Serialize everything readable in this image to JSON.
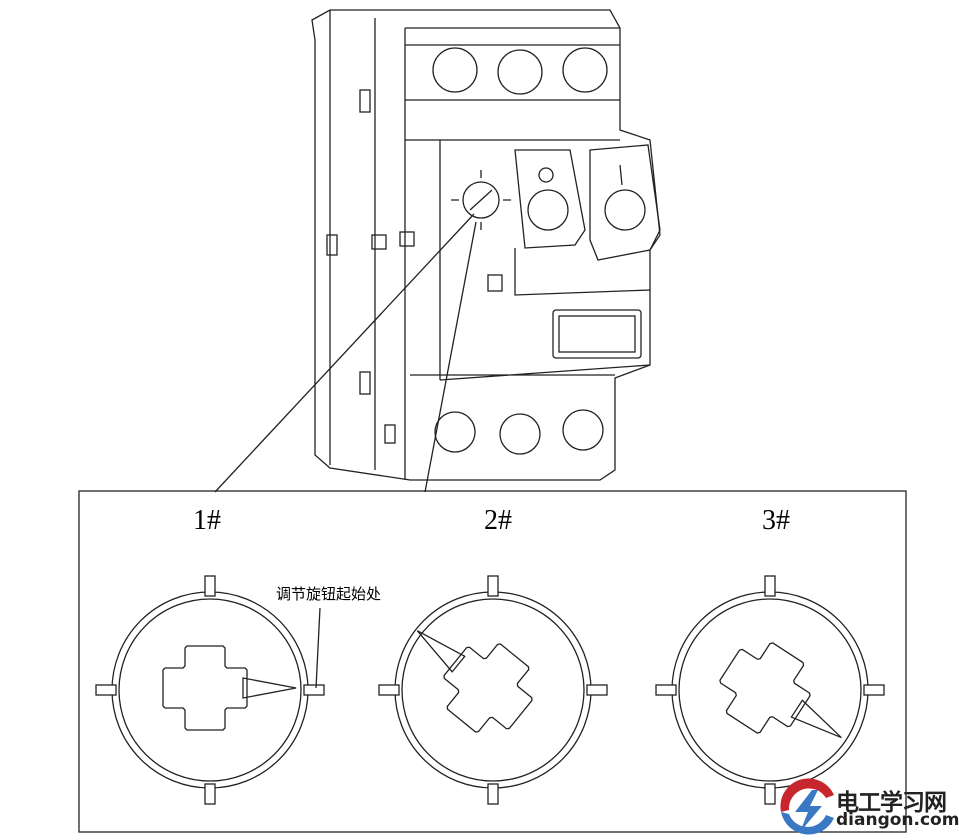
{
  "knobs": [
    {
      "label": "1#",
      "pointer_angle_deg": 0
    },
    {
      "label": "2#",
      "pointer_angle_deg": 219
    },
    {
      "label": "3#",
      "pointer_angle_deg": 33
    }
  ],
  "annotation": "调节旋钮起始处",
  "logo": {
    "cn": "电工学习网",
    "en": "diangon.com",
    "colors": {
      "red": "#c8262e",
      "blue": "#3a78c3"
    }
  }
}
